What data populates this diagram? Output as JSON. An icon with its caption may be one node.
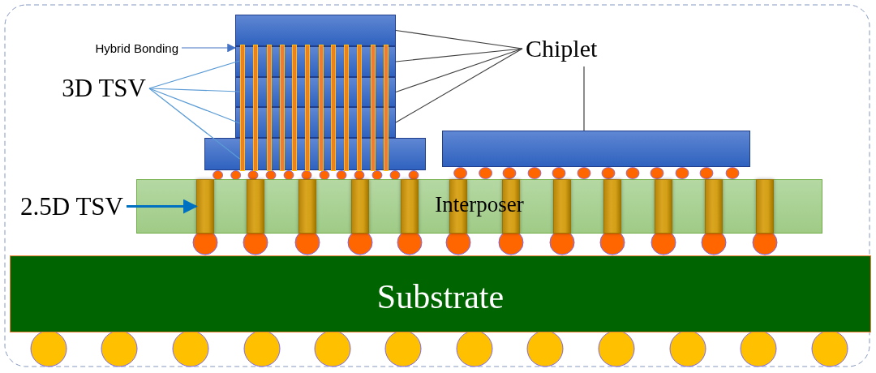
{
  "diagram": {
    "nodes": [
      {
        "text": [],
        "shape": "box"
      },
      {
        "text": [],
        "shape": "box"
      },
      {
        "text": [],
        "shape": "box"
      },
      {
        "text": [],
        "shape": "box"
      },
      {
        "text": [],
        "shape": "box"
      },
      {
        "text": [],
        "shape": "bar"
      },
      {
        "text": [],
        "shape": "bar"
      },
      {
        "text": [],
        "shape": "bar"
      },
      {
        "text": [],
        "shape": "bar"
      },
      {
        "text": [],
        "shape": "bar"
      },
      {
        "text": [],
        "shape": "bar"
      },
      {
        "text": [],
        "shape": "bar"
      },
      {
        "text": [],
        "shape": "bar"
      },
      {
        "text": [],
        "shape": "bar"
      },
      {
        "text": [],
        "shape": "bar"
      },
      {
        "text": [],
        "shape": "bar"
      },
      {
        "text": [],
        "shape": "bar"
      },
      {
        "text": [
          "Hybrid Bonding"
        ]
      },
      {
        "text": [
          "3D TSV"
        ]
      },
      {
        "text": [
          "Chiplet"
        ]
      },
      {
        "text": [],
        "shape": "box"
      },
      {
        "text": [
          "Interposer"
        ]
      },
      {
        "text": [],
        "shape": "bar",
        "in": 21
      },
      {
        "text": [],
        "shape": "bar",
        "in": 21
      },
      {
        "text": [],
        "shape": "bar",
        "in": 21
      },
      {
        "text": [],
        "shape": "bar",
        "in": 21
      },
      {
        "text": [],
        "shape": "bar",
        "in": 21
      },
      {
        "text": [],
        "shape": "bar",
        "in": 21
      },
      {
        "text": [],
        "shape": "bar",
        "in": 21
      },
      {
        "text": [],
        "shape": "bar",
        "in": 21
      },
      {
        "text": [],
        "shape": "bar",
        "in": 21
      },
      {
        "text": [],
        "shape": "bar",
        "in": 21
      },
      {
        "text": [],
        "shape": "bar",
        "in": 21
      },
      {
        "text": [],
        "shape": "bar",
        "in": 21
      },
      {
        "text": [
          "2.5D TSV"
        ]
      },
      {
        "text": [
          "Substrate"
        ]
      }
    ],
    "edges": [
      {
        "from": 17,
        "to": 1,
        "arrow": "to",
        "color": "#4472c4"
      },
      {
        "from": 18,
        "to": 5,
        "arrow": "none",
        "color": "#5b9bd5"
      },
      {
        "from": 18,
        "to": 5,
        "arrow": "none",
        "color": "#5b9bd5"
      },
      {
        "from": 18,
        "to": 5,
        "arrow": "none",
        "color": "#5b9bd5"
      },
      {
        "from": 18,
        "to": 5,
        "arrow": "none",
        "color": "#5b9bd5"
      },
      {
        "from": 19,
        "to": 0,
        "arrow": "none",
        "color": "#404040"
      },
      {
        "from": 19,
        "to": 1,
        "arrow": "none",
        "color": "#404040"
      },
      {
        "from": 19,
        "to": 2,
        "arrow": "none",
        "color": "#404040"
      },
      {
        "from": 19,
        "to": 3,
        "arrow": "none",
        "color": "#404040"
      },
      {
        "from": 19,
        "to": 20,
        "arrow": "none",
        "color": "#404040"
      },
      {
        "from": 34,
        "to": 22,
        "arrow": "to",
        "style": "thick",
        "color": "#0070c0"
      }
    ]
  }
}
